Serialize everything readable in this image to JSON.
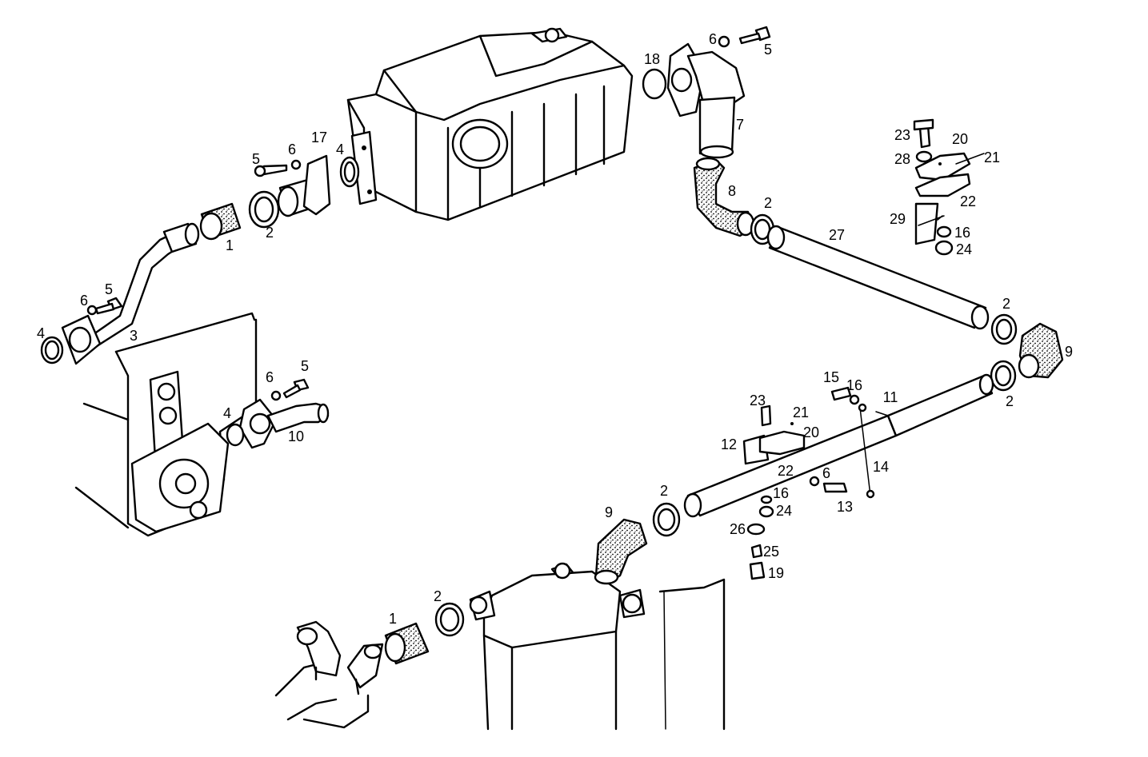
{
  "diagram": {
    "callouts": [
      "18",
      "6",
      "5",
      "7",
      "23",
      "20",
      "28",
      "21",
      "22",
      "29",
      "16",
      "24",
      "8",
      "2",
      "27",
      "17",
      "6",
      "5",
      "4",
      "1",
      "2",
      "5",
      "6",
      "4",
      "3",
      "6",
      "5",
      "4",
      "10",
      "2",
      "9",
      "2",
      "15",
      "16",
      "11",
      "23",
      "21",
      "20",
      "12",
      "22",
      "14",
      "6",
      "13",
      "16",
      "24",
      "2",
      "26",
      "25",
      "19",
      "9",
      "1",
      "2"
    ]
  }
}
